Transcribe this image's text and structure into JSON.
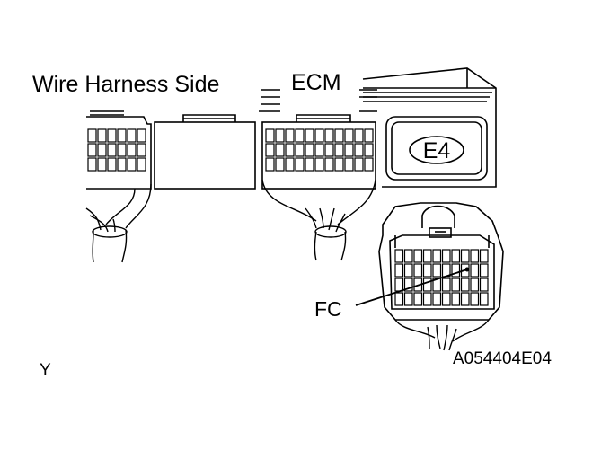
{
  "labels": {
    "wire_harness_side": "Wire Harness Side",
    "ecm": "ECM",
    "connector_code": "E4",
    "terminal": "FC",
    "figure_id": "A054404E04",
    "view_mark": "Y"
  },
  "colors": {
    "line": "#000000",
    "background": "#ffffff"
  }
}
